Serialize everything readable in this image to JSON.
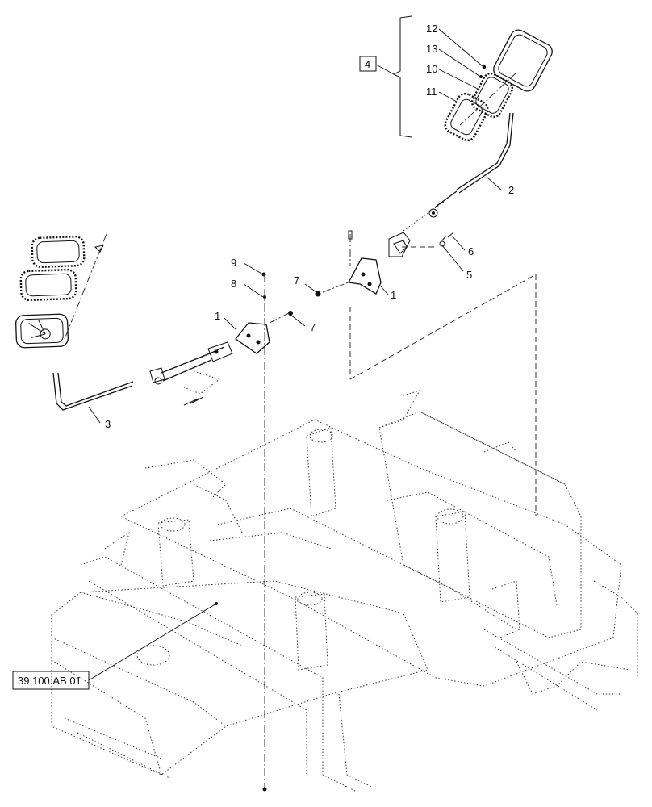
{
  "diagram": {
    "callouts": [
      {
        "id": "c12",
        "label": "12"
      },
      {
        "id": "c13",
        "label": "13"
      },
      {
        "id": "c10",
        "label": "10"
      },
      {
        "id": "c11",
        "label": "11"
      },
      {
        "id": "c4",
        "label": "4"
      },
      {
        "id": "c2",
        "label": "2"
      },
      {
        "id": "c6",
        "label": "6"
      },
      {
        "id": "c5",
        "label": "5"
      },
      {
        "id": "c7a",
        "label": "7"
      },
      {
        "id": "c1a",
        "label": "1"
      },
      {
        "id": "c9",
        "label": "9"
      },
      {
        "id": "c8",
        "label": "8"
      },
      {
        "id": "c1b",
        "label": "1"
      },
      {
        "id": "c7b",
        "label": "7"
      },
      {
        "id": "c3",
        "label": "3"
      }
    ],
    "reference": "39.100.AB 01"
  }
}
